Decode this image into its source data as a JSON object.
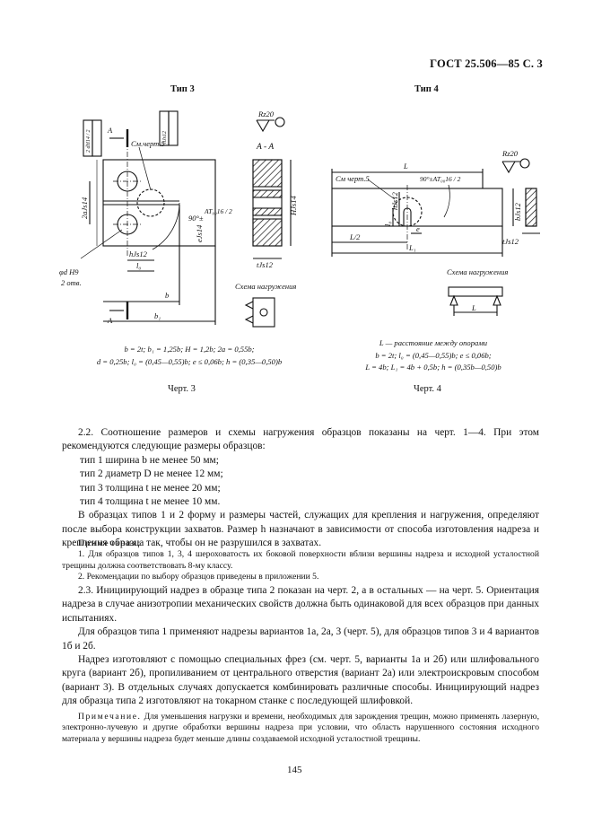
{
  "header": "ГОСТ 25.506—85 С. 3",
  "fig3": {
    "type_label": "Тип 3",
    "labels": {
      "A": "A",
      "sm_chert": "См.черт.5",
      "tol_top": "2 dH14 / 2",
      "tol_side": "hJs12",
      "roughness": "Rz20",
      "section": "A - A",
      "H": "HJs14",
      "two_a": "2aJs14",
      "angle": "90°±",
      "at": "AT₀₀16 / 2",
      "e": "eJs14",
      "phi": "φd H9",
      "two_holes": "2 отв.",
      "h": "hJs12",
      "l0": "l₀",
      "b": "b",
      "b1": "b₁",
      "tjs": "tJs12",
      "scheme": "Схема нагружения"
    },
    "formula_1": "b = 2t; b₁ = 1,25b; H = 1,2b; 2a = 0,55b;",
    "formula_2": "d = 0,25b; l₀ = (0,45—0,55)b; e ≤ 0,06b; h = (0,35—0,50)b",
    "caption": "Черт. 3"
  },
  "fig4": {
    "type_label": "Тип 4",
    "labels": {
      "L": "L",
      "L_half": "L/2",
      "L1": "L₁",
      "sm_chert": "См черт.5",
      "angle": "90°±AT₀₀16 / 2",
      "roughness": "Rz20",
      "l0": "l₀",
      "hjs": "hJs12",
      "e": "e",
      "bjs": "bJs12",
      "tjs": "tJs12",
      "scheme": "Схема нагружения"
    },
    "formula_0": "L — расстояние между опорами",
    "formula_1": "b = 2t; l₀ = (0,45—0,55)b; e ≤ 0,06b;",
    "formula_2": "L = 4b; L₁ = 4b + 0,5b; h = (0,35b—0,50)b",
    "caption": "Черт. 4"
  },
  "text": {
    "p1": "2.2. Соотношение размеров и схемы нагружения образцов показаны на черт. 1—4. При этом рекомендуются следующие размеры образцов:",
    "list": [
      "тип 1 ширина b не менее 50 мм;",
      "тип 2 диаметр D не менее 12 мм;",
      "тип 3 толщина t не менее 20 мм;",
      "тип 4 толщина t не менее 10 мм."
    ],
    "p2": "В образцах типов 1 и 2 форму и размеры частей, служащих для крепления и нагружения, определяют после выбора конструкции захватов. Размер h назначают в зависимости от способа изготовления надреза и крепления образца так, чтобы он не разрушился в захватах.",
    "notes_title": "Примечания:",
    "note1": "1. Для образцов типов 1, 3, 4 шероховатость их боковой поверхности вблизи вершины надреза и исходной усталостной трещины должна соответствовать 8-му классу.",
    "note2": "2. Рекомендации по выбору образцов приведены в приложении 5.",
    "p3": "2.3. Инициирующий надрез в образце типа 2 показан на черт. 2, а в остальных — на черт. 5. Ориентация надреза в случае анизотропии механических свойств должна быть одинаковой для всех образцов при данных испытаниях.",
    "p4": "Для образцов типа 1 применяют надрезы вариантов 1а, 2а, 3 (черт. 5), для образцов типов 3 и 4 вариантов 1б и 2б.",
    "p5": "Надрез изготовляют с помощью специальных фрез (см. черт. 5, варианты 1а и 2б) или шлифовального круга (вариант 2б), пропиливанием от центрального отверстия (вариант 2а) или электроискровым способом (вариант 3). В отдельных случаях допускается комбинировать различные способы. Инициирующий надрез для образца типа 2 изготовляют на токарном станке с последующей шлифовкой.",
    "remark_title": "Примечание.",
    "remark": "Для уменьшения нагрузки и времени, необходимых для зарождения трещин, можно применять лазерную, электронно-лучевую и другие обработки вершины надреза при условии, что область нарушенного состояния исходного материала у вершины надреза будет меньше длины создаваемой исходной усталостной трещины."
  },
  "page_number": "145"
}
